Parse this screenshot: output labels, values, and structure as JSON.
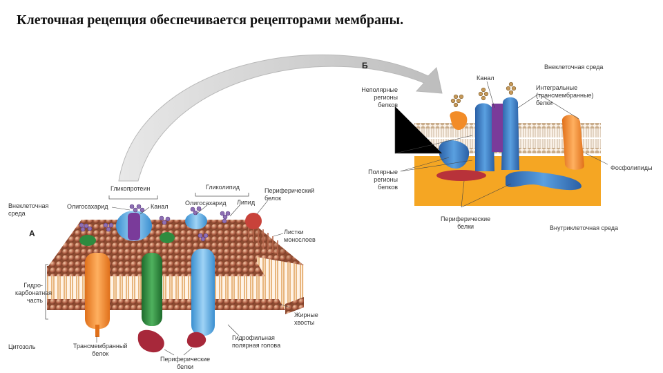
{
  "title": "Клеточная рецепция обеспечивается рецепторами мембраны.",
  "panel_a": {
    "letter": "А",
    "labels": {
      "glycoprotein": "Гликопротеин",
      "glycolipid": "Гликолипид",
      "extracellular": [
        "Внеклеточная",
        "среда"
      ],
      "oligosaccharide_1": "Олигосахарид",
      "channel": "Канал",
      "oligosaccharide_2": "Олигосахарид",
      "lipid": "Липид",
      "peripheral_protein": [
        "Периферический",
        "белок"
      ],
      "monolayer_sheets": [
        "Листки",
        "монослоев"
      ],
      "hydrocarbon_part": [
        "Гидро-",
        "карбонатная",
        "часть"
      ],
      "fatty_tails": [
        "Жирные",
        "хвосты"
      ],
      "cytosol": "Цитозоль",
      "transmembrane_protein": [
        "Трансмембранный",
        "белок"
      ],
      "hydrophilic_head": [
        "Гидрофильная",
        "полярная голова"
      ],
      "peripheral_proteins": [
        "Периферические",
        "белки"
      ]
    }
  },
  "panel_b": {
    "letter": "Б",
    "labels": {
      "extracellular": "Внеклеточная среда",
      "channel": "Канал",
      "nonpolar_regions": [
        "Неполярные",
        "регионы",
        "белков"
      ],
      "integral_proteins": [
        "Интегральные",
        "(трансмембранные)",
        "белки"
      ],
      "polar_regions": [
        "Полярные",
        "регионы",
        "белков"
      ],
      "phospholipids": "Фосфолипиды",
      "peripheral_proteins": [
        "Периферические",
        "белки"
      ],
      "intracellular": "Внутриклеточная среда"
    }
  },
  "colors": {
    "lipid_head": "#b5654a",
    "lipid_tail": "#d98d3a",
    "protein_blue": "#3d7fc8",
    "protein_green": "#2e8b3f",
    "protein_orange": "#f28c28",
    "protein_purple": "#7a3b9a",
    "protein_red": "#b8323a",
    "cytoplasm": "#f5a623",
    "arrow_gray": "#c8c8c8"
  }
}
